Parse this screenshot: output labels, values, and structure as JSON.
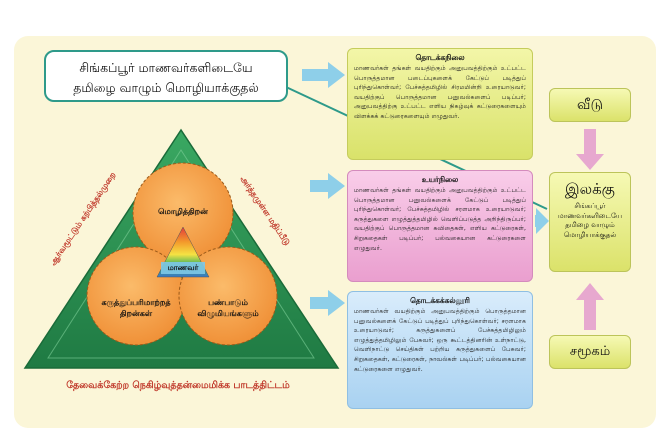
{
  "callout": {
    "line1": "சிங்கப்பூர் மாணவர்களிடையே",
    "line2": "தமிழை வாழும் மொழியாக்குதல்"
  },
  "triangle": {
    "left_side": "ஆர்வமூட்டும் கற்பித்தல்முறை",
    "right_side": "அர்த்தமுள்ள மதிப்பீடு",
    "bottom": "தேவைக்கேற்ற நெகிழ்வுத்தன்மைமிக்க பாடத்திட்டம்",
    "circle_top": "மொழித்திறன்",
    "circle_left_l1": "கருத்துப்பரிமாற்றத்",
    "circle_left_l2": "திறன்கள்",
    "circle_right_l1": "பண்பாடும்",
    "circle_right_l2": "விழுமியங்களும்",
    "center": "மாணவர்"
  },
  "levels": [
    {
      "title": "தொடக்கநிலை",
      "text": "மாணவர்கள் தங்கள் வயதிற்கும் அனுபவத்திற்கும் உட்பட்ட பொருத்தமான படைப்புகளைக் கேட்டுப் படித்துப் புரிந்துகொள்வர்; பேச்சுத்தமிழில் சிரமமின்றி உரையாடுவர்; வயதிற்குப் பொருத்தமான பனுவல்களைப் படிப்பர்; அனுபவத்திற்கு உட்பட்ட எளிய நிகழ்வுக் கட்டுரைகளையும் விளக்கக் கட்டுரைகளையும் எழுதுவர்."
    },
    {
      "title": "உயர்நிலை",
      "text": "மாணவர்கள் தங்கள் வயதிற்கும் அனுபவத்திற்கும் உட்பட்ட பொருத்தமான பனுவல்களைக் கேட்டுப் படித்துப் புரிந்துகொள்வர்; பேச்சுத்தமிழில் சரளமாக உரையாடுவர்; கருத்துகளை எழுத்துத்தமிழில் வெளிப்படுத்த அறிந்திருப்பர்; வயதிற்குப் பொருத்தமான கவிதைகள், எளிய கட்டுரைகள், சிறுகதைகள் படிப்பர்; பல்வகையான கட்டுரைகளை எழுதுவர்."
    },
    {
      "title": "தொடக்கக்கல்லூரி",
      "text": "மாணவர்கள் வயதிற்கும் அனுபவத்திற்கும் பொருத்தமான பனுவல்களைக் கேட்டுப் படித்துப் புரிந்துகொள்வர்; சரளமாக உரையாடுவர்; கருத்துகளைப் பேச்சுத்தமிழிலும் எழுத்துத்தமிழிலும் பேசுவர்; ஒரு கூட்டத்தினரின் உள்நாட்டு, வெளிநாட்டு செய்திகள் பற்றிய கருத்துகளைப் பேசுவர்; சிறுகதைகள், கட்டுரைகள், நாவல்கள் படிப்பர்; பல்வகையான கட்டுரைகளை எழுதுவர்."
    }
  ],
  "side": {
    "home": "வீடு",
    "goal": "இலக்கு",
    "goal_sub": "சிங்கப்பூர் மாணவர்களிடையே தமிழை வாழும் மொழியாக்குதல்",
    "community": "சமூகம்"
  },
  "colors": {
    "panel": "#fbf6d8",
    "circle": "#f5a24a",
    "triangle": "#2f9b58",
    "arrow": "#8ecfe9",
    "pink_arrow": "#e7a8cf",
    "accent_red": "#c0392b"
  }
}
